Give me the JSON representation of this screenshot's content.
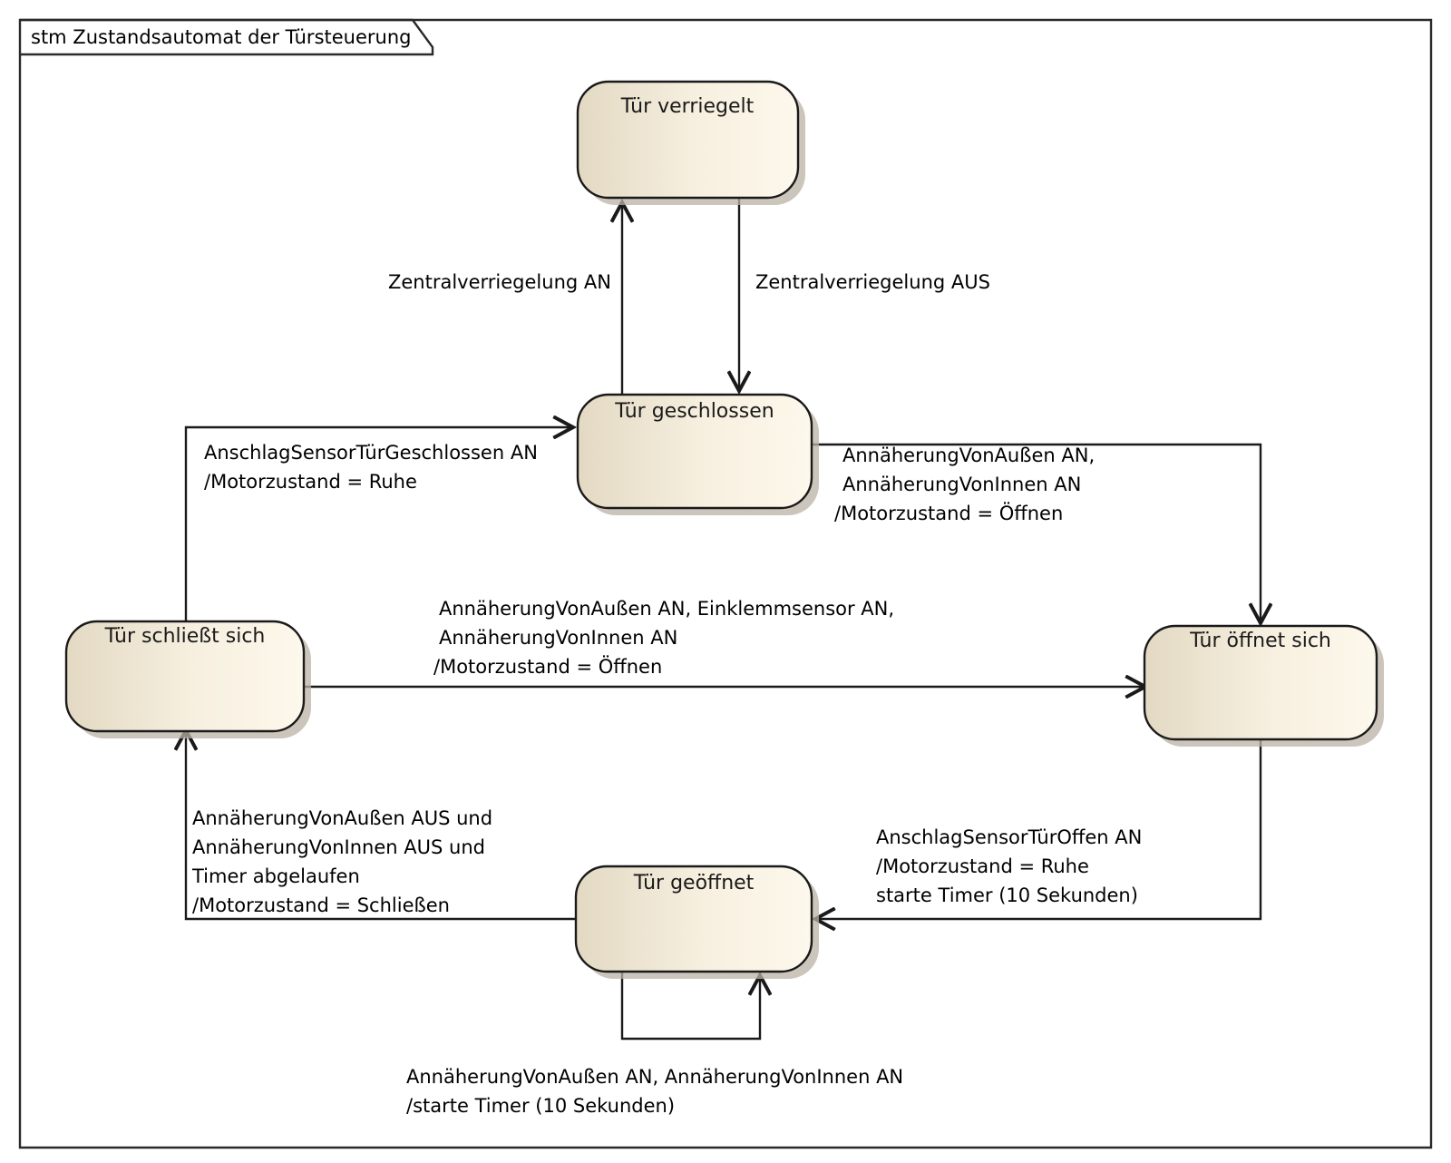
{
  "frame": {
    "label": "stm Zustandsautomat der Türsteuerung",
    "border_color": "#2a2a2a",
    "background": "#ffffff"
  },
  "theme": {
    "state_fill_left": "#e3d9c3",
    "state_fill_right": "#fdf8ec",
    "state_border": "#1a1a1a",
    "line_color": "#1a1a1a",
    "text_color": "#000000",
    "shadow_color": "#b9b2a6"
  },
  "states": [
    {
      "id": "verriegelt",
      "label": "Tür verriegelt"
    },
    {
      "id": "geschlossen",
      "label": "Tür geschlossen"
    },
    {
      "id": "schliesst",
      "label": "Tür schließt sich"
    },
    {
      "id": "oeffnet",
      "label": "Tür öffnet sich"
    },
    {
      "id": "geoeffnet",
      "label": "Tür geöffnet"
    }
  ],
  "transitions": [
    {
      "id": "t1",
      "from": "geschlossen",
      "to": "verriegelt",
      "lines": [
        "Zentralverriegelung AN"
      ]
    },
    {
      "id": "t2",
      "from": "verriegelt",
      "to": "geschlossen",
      "lines": [
        "Zentralverriegelung AUS"
      ]
    },
    {
      "id": "t3",
      "from": "schliesst",
      "to": "geschlossen",
      "lines": [
        "AnschlagSensorTürGeschlossen AN",
        "/Motorzustand = Ruhe"
      ]
    },
    {
      "id": "t4",
      "from": "geschlossen",
      "to": "oeffnet",
      "lines": [
        "AnnäherungVonAußen AN,",
        "AnnäherungVonInnen AN",
        "/Motorzustand = Öffnen"
      ]
    },
    {
      "id": "t5",
      "from": "schliesst",
      "to": "oeffnet",
      "lines": [
        "AnnäherungVonAußen AN, Einklemmsensor AN,",
        "AnnäherungVonInnen AN",
        "/Motorzustand = Öffnen"
      ]
    },
    {
      "id": "t6",
      "from": "oeffnet",
      "to": "geoeffnet",
      "lines": [
        "AnschlagSensorTürOffen AN",
        "/Motorzustand = Ruhe",
        "starte Timer (10 Sekunden)"
      ]
    },
    {
      "id": "t7",
      "from": "geoeffnet",
      "to": "schliesst",
      "lines": [
        "AnnäherungVonAußen AUS und",
        "AnnäherungVonInnen AUS und",
        "Timer abgelaufen",
        "/Motorzustand = Schließen"
      ]
    },
    {
      "id": "t8",
      "from": "geoeffnet",
      "to": "geoeffnet",
      "lines": [
        "AnnäherungVonAußen AN, AnnäherungVonInnen AN",
        "/starte Timer (10 Sekunden)"
      ]
    }
  ]
}
